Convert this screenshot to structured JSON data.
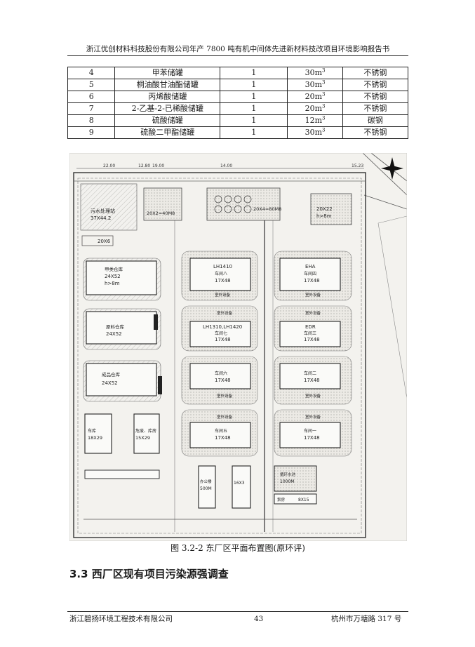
{
  "header": {
    "title": "浙江优创材料科技股份有限公司年产 7800 吨有机中间体先进新材料技改项目环境影响报告书"
  },
  "table": {
    "rows": [
      {
        "no": "4",
        "name": "甲苯储罐",
        "qty": "1",
        "vol": "30m",
        "sup": "3",
        "material": "不锈钢"
      },
      {
        "no": "5",
        "name": "桐油酸甘油酯储罐",
        "qty": "1",
        "vol": "30m",
        "sup": "3",
        "material": "不锈钢"
      },
      {
        "no": "6",
        "name": "丙烯酸储罐",
        "qty": "1",
        "vol": "20m",
        "sup": "3",
        "material": "不锈钢"
      },
      {
        "no": "7",
        "name": "2-乙基-2-已稀酸储罐",
        "qty": "1",
        "vol": "20m",
        "sup": "3",
        "material": "不锈钢"
      },
      {
        "no": "8",
        "name": "硫酸储罐",
        "qty": "1",
        "vol": "12m",
        "sup": "3",
        "material": "碳钢"
      },
      {
        "no": "9",
        "name": "硫酸二甲酯储罐",
        "qty": "1",
        "vol": "30m",
        "sup": "3",
        "material": "不锈钢"
      }
    ]
  },
  "plan": {
    "dims_top": [
      "22.00",
      "12.80",
      "19.00",
      "14.00",
      "15.23"
    ],
    "labels": {
      "sewage": "污水处理站",
      "sewage_dim": "37X44.2",
      "pool": "20X6",
      "tank1": "20X2=40M8",
      "tank2": "20X4=80M8",
      "tank3": "20X22",
      "tank3_h": "h>8m",
      "ware1": "甲类仓库",
      "ware1_dim": "24X52",
      "ware1_h": "h>8m",
      "ware2": "原料仓库",
      "ware2_dim": "24X52",
      "ware3": "成品仓库",
      "ware3_dim": "24X52",
      "small1": "车库",
      "small1_dim": "18X29",
      "small2": "危废、库房",
      "small2_dim": "15X29",
      "wsA": "LH1410",
      "wsA_sub": "车间八",
      "wsA_dim": "17X48",
      "wsA_eq": "室外设备",
      "wsB": "LH1310,LH1420",
      "wsB_sub": "车间七",
      "wsB_dim": "17X48",
      "wsB_eq": "室外设备",
      "wsC": "车间六",
      "wsC_dim": "17X48",
      "wsC_eq": "室外设备",
      "wsD": "车间五",
      "wsD_dim": "17X48",
      "wsD_eq": "室外设备",
      "wsE": "EHA",
      "wsE_sub": "车间四",
      "wsE_dim": "17X48",
      "wsE_eq": "室外设备",
      "wsF": "EDR",
      "wsF_sub": "车间三",
      "wsF_dim": "17X48",
      "wsF_eq": "室外设备",
      "wsG": "车间二",
      "wsG_dim": "17X48",
      "wsG_eq": "室外设备",
      "wsH": "车间一",
      "wsH_dim": "17X48",
      "wsH_eq": "室外设备",
      "office": "办公楼",
      "office_dim": "16X3",
      "office_area": "500M",
      "canteen": "循环水池",
      "canteen_area": "1000M",
      "pump": "泵房",
      "pump_dim": "8X15"
    }
  },
  "caption": "图 3.2-2 东厂区平面布置图(原环评)",
  "section_title": "3.3 西厂区现有项目污染源强调查",
  "footer": {
    "left": "浙江碧扬环境工程技术有限公司",
    "page": "43",
    "right": "杭州市万塘路 317 号"
  }
}
